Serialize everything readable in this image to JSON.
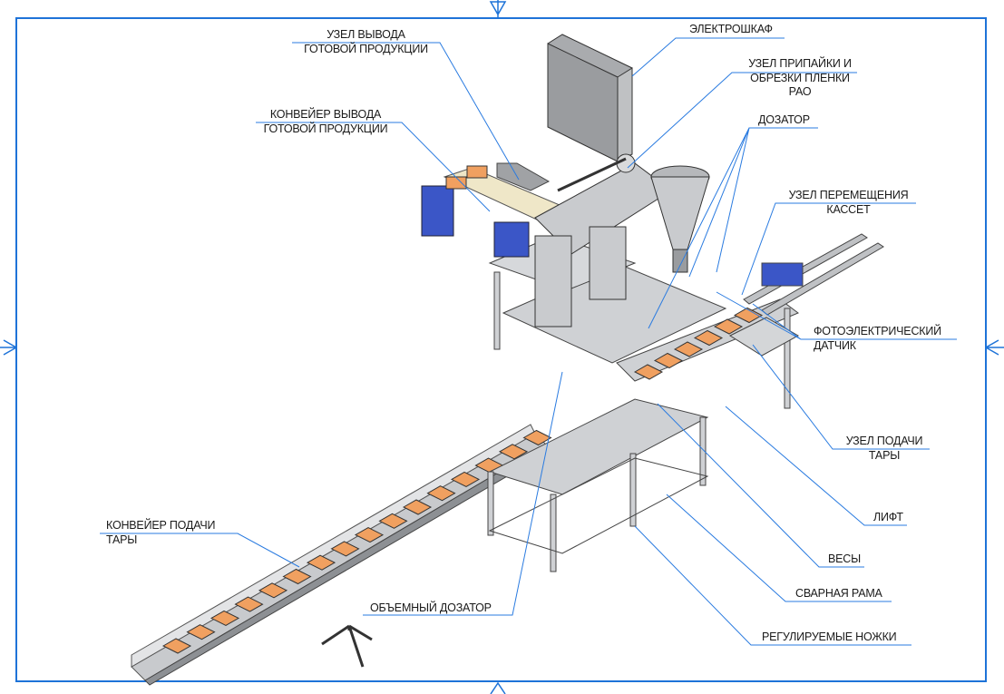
{
  "colors": {
    "frame": "#1e73d8",
    "leader": "#2a7be0",
    "steel": "#b9bcc0",
    "tray": "#f0a060",
    "cabinet": "#a9abae"
  },
  "labels": {
    "output_unit": [
      "УЗЕЛ ВЫВОДА",
      "ГОТОВОЙ ПРОДУКЦИИ"
    ],
    "output_conveyor": [
      "КОНВЕЙЕР ВЫВОДА",
      "ГОТОВОЙ ПРОДУКЦИИ"
    ],
    "electrical_cabinet": "ЭЛЕКТРОШКАФ",
    "sealing_unit": [
      "УЗЕЛ ПРИПАЙКИ И",
      "ОБРЕЗКИ ПЛЕНКИ",
      "РАО"
    ],
    "doser": "ДОЗАТОР",
    "cassette_unit": [
      "УЗЕЛ ПЕРЕМЕЩЕНИЯ",
      "КАССЕТ"
    ],
    "photo_sensor": [
      "ФОТОЭЛЕКТРИЧЕСКИЙ",
      "ДАТЧИК"
    ],
    "container_feed_unit": [
      "УЗЕЛ ПОДАЧИ",
      "ТАРЫ"
    ],
    "lift": "ЛИФТ",
    "scales": "ВЕСЫ",
    "welded_frame": "СВАРНАЯ РАМА",
    "adjustable_feet": "РЕГУЛИРУЕМЫЕ НОЖКИ",
    "feed_conveyor": [
      "КОНВЕЙЕР ПОДАЧИ",
      "ТАРЫ"
    ],
    "volumetric_doser": "ОБЪЕМНЫЙ ДОЗАТОР"
  }
}
